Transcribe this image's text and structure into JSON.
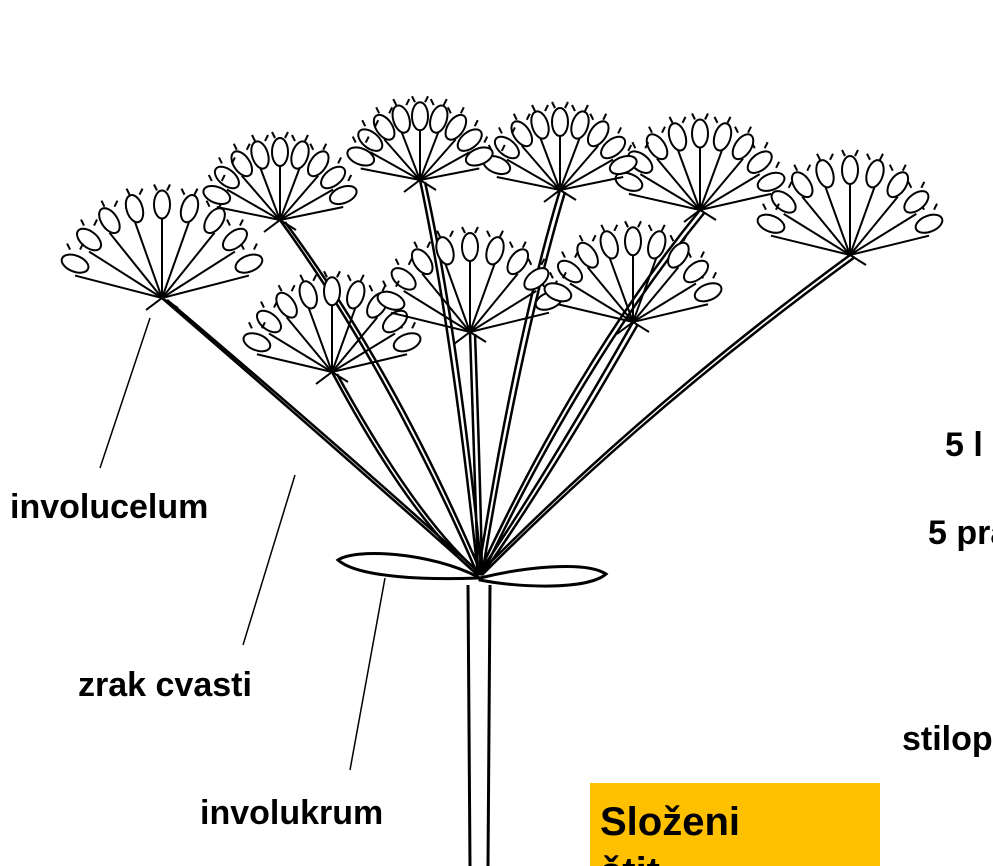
{
  "labels": {
    "involucelum": "involucelum",
    "zrak_cvasti": "zrak cvasti",
    "involukrum": "involukrum",
    "cut_1": "5 l",
    "cut_2": "5 pra",
    "cut_3": "stilop"
  },
  "title_box": {
    "text": "Složeni\nštit",
    "color": "#FFC000"
  },
  "icons": [
    "umbel-illustration"
  ]
}
